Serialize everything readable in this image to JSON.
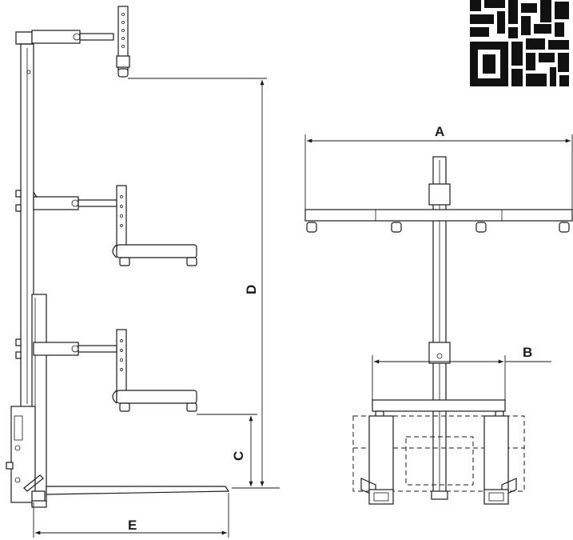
{
  "dimensions": {
    "A": "A",
    "B": "B",
    "C": "C",
    "D": "D",
    "E": "E"
  },
  "colors": {
    "line": "#1a1a1a",
    "background": "#ffffff"
  },
  "icons": [
    "qr-code-icon"
  ]
}
